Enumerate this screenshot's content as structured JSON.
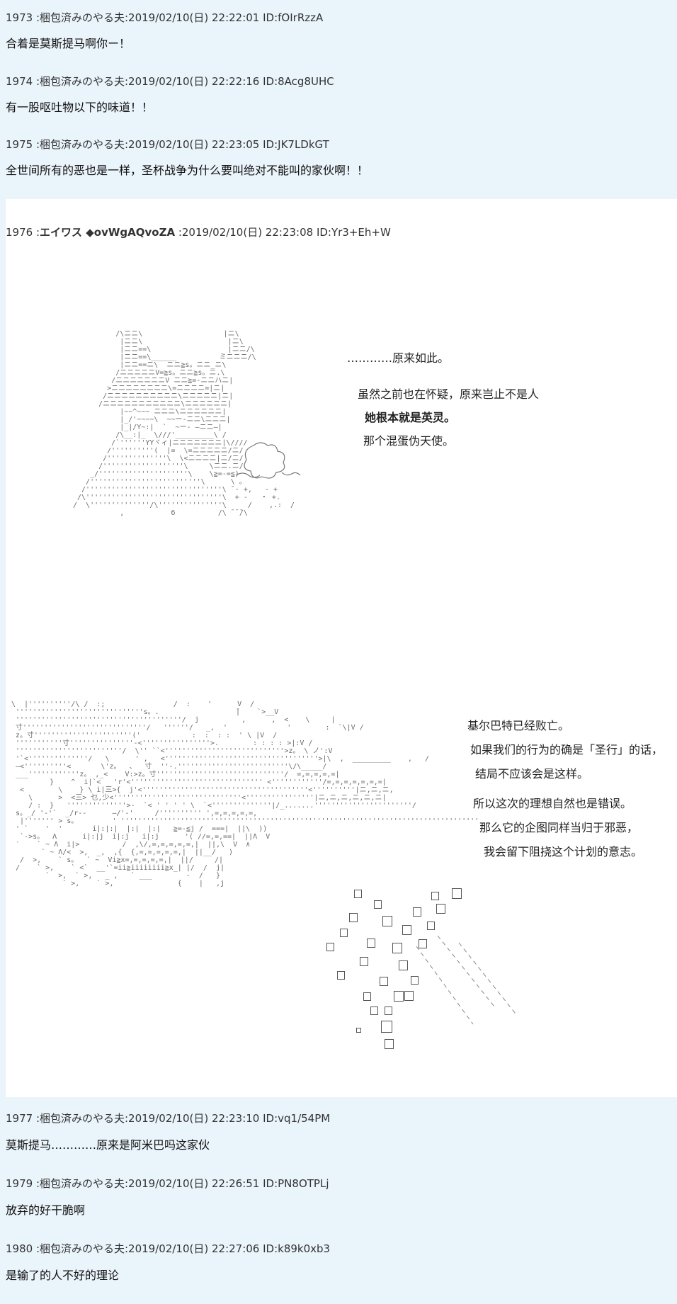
{
  "posts": [
    {
      "header": "1973 :梱包済みのやる夫:2019/02/10(日) 22:22:01 ID:fOIrRzzA",
      "body": "合着是莫斯提马啊你ー！"
    },
    {
      "header": "1974 :梱包済みのやる夫:2019/02/10(日) 22:22:16 ID:8Acg8UHC",
      "body": "有一股呕吐物以下的味道！！"
    },
    {
      "header": "1975 :梱包済みのやる夫:2019/02/10(日) 22:23:05 ID:JK7LDkGT",
      "body": "全世间所有的恶也是一样，圣杯战争为什么要叫绝对不能叫的家伙啊！！"
    }
  ],
  "main_post": {
    "number": "1976 :",
    "name": "エイワス ◆ovWgAQvoZA",
    "rest": " :2019/02/10(日) 22:23:08 ID:Yr3+Eh+W",
    "panel1_lines": [
      "…………原来如此。",
      "虽然之前也在怀疑，原来岂止不是人",
      "她根本就是英灵。",
      "那个混蛋伪天使。"
    ],
    "panel2_lines": [
      "基尔巴特已经败亡。",
      "如果我们的行为的确是「圣行」的话，",
      "结局不应该会是这样。",
      "所以这次的理想自然也是错误。",
      "那么它的企图同样当归于邪恶，",
      "我会留下阻挠这个计划的意志。"
    ],
    "aa_glyph": "б"
  },
  "later_posts": [
    {
      "header": "1977 :梱包済みのやる夫:2019/02/10(日) 22:23:10 ID:vq1/54PM",
      "body": "莫斯提马…………原来是阿米巴吗这家伙"
    },
    {
      "header": "1979 :梱包済みのやる夫:2019/02/10(日) 22:26:51 ID:PN8OTPLj",
      "body": "放弃的好干脆啊"
    },
    {
      "header": "1980 :梱包済みのやる夫:2019/02/10(日) 22:27:06 ID:k89k0xb3",
      "body": "是输了的人不好的理论"
    }
  ]
}
